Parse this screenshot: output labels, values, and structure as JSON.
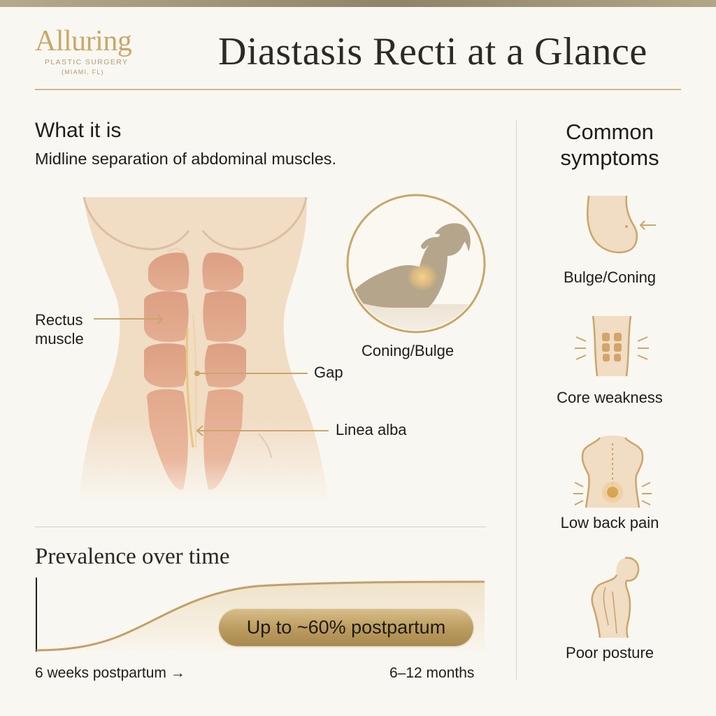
{
  "logo": {
    "name": "Alluring",
    "subtitle": "PLASTIC SURGERY",
    "location": "(MIAMI, FL)"
  },
  "title": "Diastasis Recti at a Glance",
  "what_it_is": {
    "heading": "What it is",
    "text": "Midline separation of abdominal muscles."
  },
  "illustration": {
    "labels": {
      "rectus": "Rectus\nmuscle",
      "gap": "Gap",
      "linea_alba": "Linea alba",
      "coning": "Coning/Bulge"
    }
  },
  "prevalence": {
    "heading": "Prevalence over time",
    "callout": "Up to ~60% postpartum",
    "axis_start": "6 weeks postpartum →",
    "axis_end": "6–12 months"
  },
  "symptoms": {
    "heading": "Common\nsymptoms",
    "items": [
      {
        "label": "Bulge/Coning",
        "icon": "bulge-icon"
      },
      {
        "label": "Core weakness",
        "icon": "core-weakness-icon"
      },
      {
        "label": "Low back pain",
        "icon": "back-pain-icon"
      },
      {
        "label": "Poor posture",
        "icon": "posture-icon"
      }
    ]
  },
  "colors": {
    "accent_gold": "#c2a06a",
    "background": "#f9f7f1",
    "skin": "#f1dcc4",
    "muscle": "#d99f84"
  }
}
